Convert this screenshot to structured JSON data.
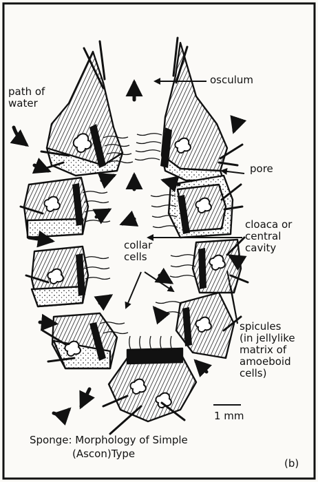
{
  "labels": {
    "path_of_water": "path of\nwater",
    "osculum": "osculum",
    "pore": "pore",
    "cloaca": "cloaca or\ncentral\ncavity",
    "collar_cells": "collar\ncells",
    "spicules": "spicules\n(in jellylike\nmatrix of\namoeboid\ncells)",
    "scale_bar": "1 mm"
  },
  "caption": {
    "line1": "Sponge: Morphology of Simple",
    "line2": "(Ascon)Type"
  },
  "panel_letter": "(b)"
}
